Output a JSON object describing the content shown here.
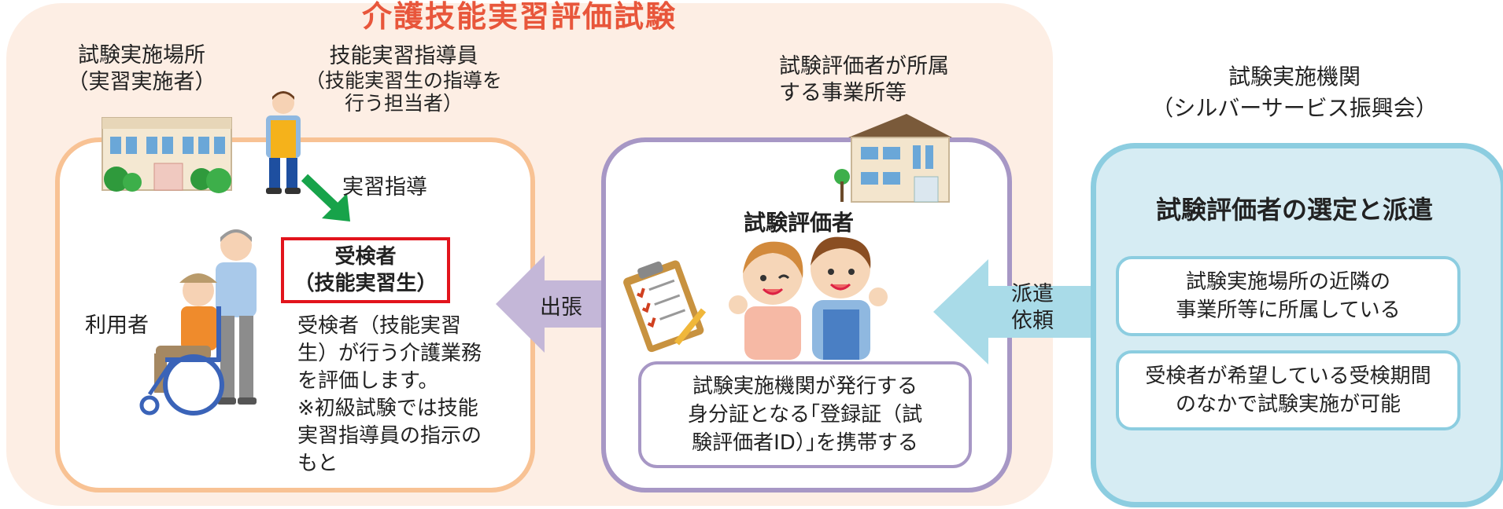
{
  "title": "介護技能実習評価試験",
  "left_panel": {
    "site_label": [
      "試験実施場所",
      "（実習実施者）"
    ],
    "instructor_label": [
      "技能実習指導員",
      "（技能実習生の指導を",
      "行う担当者）"
    ],
    "guidance_label": "実習指導",
    "examinee_box": [
      "受検者",
      "（技能実習生）"
    ],
    "user_label": "利用者",
    "description": [
      "受検者（技能実習",
      "生）が行う介護業務",
      "を評価します。",
      "※初級試験では技能",
      "実習指導員の指示の",
      "もと"
    ]
  },
  "arrow_trip_label": "出張",
  "middle_panel": {
    "office_label": [
      "試験評価者が所属",
      "する事業所等"
    ],
    "evaluator_label": "試験評価者",
    "id_note": [
      "試験実施機関が発行する",
      "身分証となる｢登録証（試",
      "験評価者ID）｣を携帯する"
    ]
  },
  "arrow_dispatch_label": [
    "派遣",
    "依頼"
  ],
  "right_panel": {
    "org_label": [
      "試験実施機関",
      "（シルバーサービス振興会）"
    ],
    "heading": "試験評価者の選定と派遣",
    "box1": [
      "試験実施場所の近隣の",
      "事業所等に所属している"
    ],
    "box2": [
      "受検者が希望している受検期間",
      "のなかで試験実施が可能"
    ]
  },
  "colors": {
    "title_red": "#e8563b",
    "orange_border": "#f8c294",
    "purple_border": "#a797c5",
    "blue_border": "#8ccde0",
    "blue_fill": "#d6ecf3",
    "red_box": "#e2141c",
    "green_arrow": "#17a34a"
  },
  "icons": [
    "care-facility-icon",
    "instructor-apron-icon",
    "wheelchair-caregiver-icon",
    "clipboard-checklist-icon",
    "evaluator-pair-icon",
    "office-house-icon"
  ]
}
